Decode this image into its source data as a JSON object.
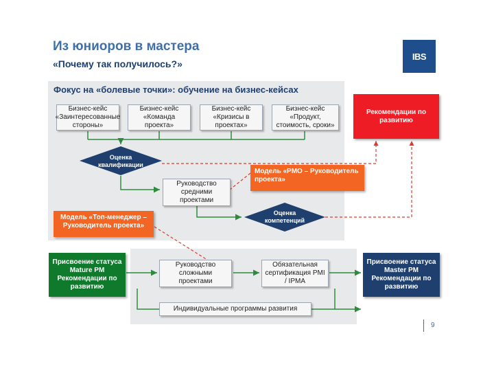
{
  "header": {
    "title": "Из юниоров в мастера",
    "subtitle": "«Почему так получилось?»",
    "logo": "IBS"
  },
  "colors": {
    "brand": "#1f4e8c",
    "recommendation_red": "#ee1c24",
    "model_orange": "#f26522",
    "status_green": "#107a2c",
    "status_navy": "#1f3f6f",
    "flow_green": "#2e8b3e"
  },
  "panel": {
    "title": "Фокус на «болевые точки»: обучение на бизнес-кейсах"
  },
  "cases": [
    "Бизнес-кейс «Заинтересованные стороны»",
    "Бизнес-кейс «Команда проекта»",
    "Бизнес-кейс «Кризисы в проектах»",
    "Бизнес-кейс «Продукт, стоимость, сроки»"
  ],
  "recommendations": "Рекомендации по развитию",
  "qualification": "Оценка квалификации",
  "model_pmo": "Модель «PMO – Руководитель проекта»",
  "middle_projects": "Руководство средними проектами",
  "competency": "Оценка компетенций",
  "model_top": "Модель «Топ-менеджер – Руководитель проекта»",
  "mature": "Присвоение статуса Mature PM Рекомендации по развитию",
  "complex_projects": "Руководство сложными проектами",
  "certification": "Обязательная сертификация PMI / IPMA",
  "master": "Присвоение статуса Master PM Рекомендации по развитию",
  "individual": "Индивидуальные программы развития",
  "page_number": "9"
}
